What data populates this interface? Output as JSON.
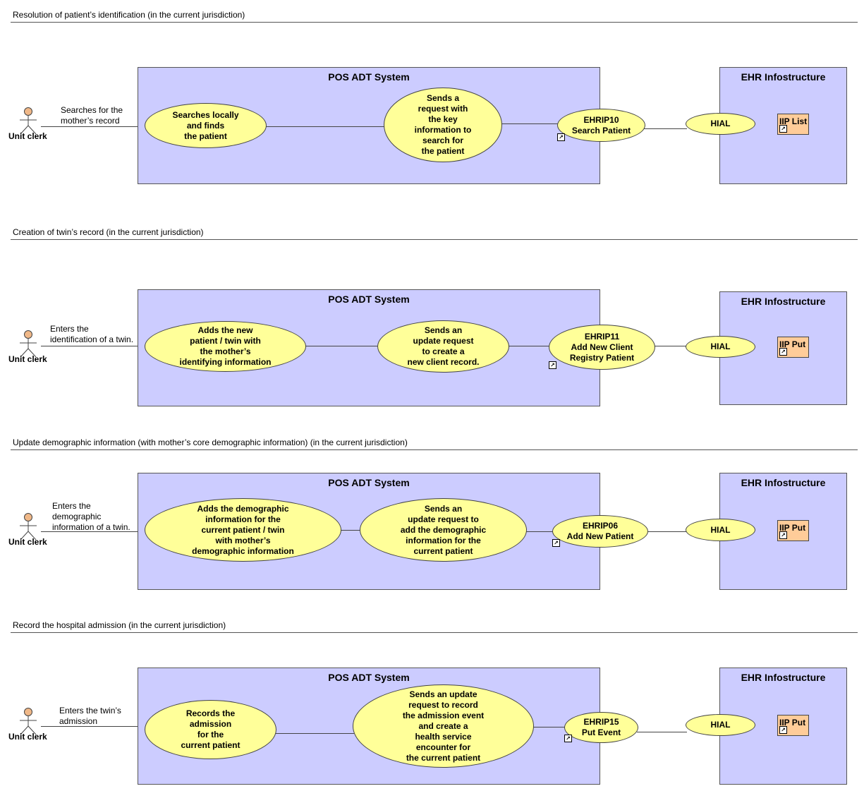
{
  "sections": [
    {
      "title": "Resolution of patient’s identification (in the current jurisdiction)",
      "actor": "Unit clerk",
      "actor_text": "Searches for the\nmother’s record",
      "pos_title": "POS ADT System",
      "ehr_title": "EHR Infostructure",
      "use_case_1": "Searches locally\nand finds\nthe patient",
      "use_case_2": "Sends a\nrequest with\nthe key\ninformation to\nsearch for\nthe patient",
      "interaction": "EHRIP10\nSearch Patient",
      "hial": "HIAL",
      "iip": "IIP List"
    },
    {
      "title": "Creation of twin’s record (in the current jurisdiction)",
      "actor": "Unit clerk",
      "actor_text": "Enters the\nidentification of a twin.",
      "pos_title": "POS ADT System",
      "ehr_title": "EHR Infostructure",
      "use_case_1": "Adds the new\npatient / twin with\nthe mother’s\nidentifying information",
      "use_case_2": "Sends an\nupdate request\nto create a\nnew client record.",
      "interaction": "EHRIP11\nAdd New Client\nRegistry Patient",
      "hial": "HIAL",
      "iip": "IIP Put"
    },
    {
      "title": "Update demographic information (with mother’s core demographic information) (in the current jurisdiction)",
      "actor": "Unit clerk",
      "actor_text": "Enters the\ndemographic\ninformation of a twin.",
      "pos_title": "POS ADT System",
      "ehr_title": "EHR Infostructure",
      "use_case_1": "Adds the demographic\ninformation for the\ncurrent patient / twin\nwith mother’s\ndemographic information",
      "use_case_2": "Sends an\nupdate request to\nadd the demographic\ninformation for the\ncurrent patient",
      "interaction": "EHRIP06\nAdd New Patient",
      "hial": "HIAL",
      "iip": "IIP Put"
    },
    {
      "title": "Record the hospital admission (in the current jurisdiction)",
      "actor": "Unit clerk",
      "actor_text": "Enters the twin’s\nadmission",
      "pos_title": "POS ADT System",
      "ehr_title": "EHR Infostructure",
      "use_case_1": "Records the\nadmission\nfor the\ncurrent patient",
      "use_case_2": "Sends an update\nrequest to record\nthe admission event\nand create a\nhealth service\nencounter for\nthe current patient",
      "interaction": "EHRIP15\nPut Event",
      "hial": "HIAL",
      "iip": "IIP Put"
    }
  ],
  "colors": {
    "system_box": "#ccccff",
    "use_case": "#ffff99",
    "iip": "#ffcc99",
    "actor_head": "#f0b888"
  },
  "icons": [
    "actor-icon",
    "link-shortcut-icon"
  ]
}
